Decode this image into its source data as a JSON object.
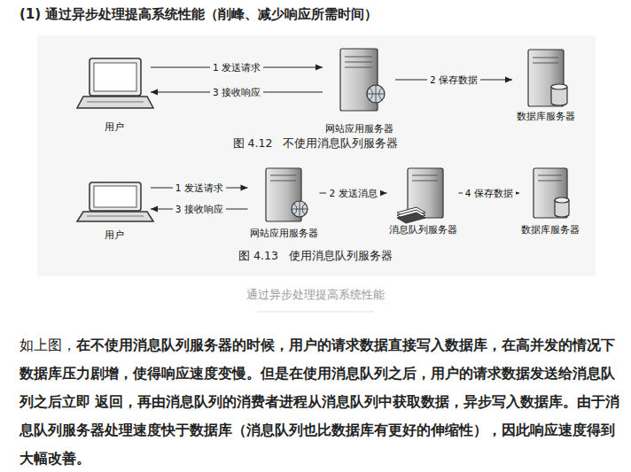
{
  "diagram": {
    "title": "(1) 通过异步处理提高系统性能（削峰、减少响应所需时间）",
    "caption": "通过异步处理提高系统性能",
    "nodes": [
      {
        "text": [
          "用户"
        ]
      },
      {
        "text": [
          "网站应用服务器"
        ]
      },
      {
        "text": [
          "数据库服务器"
        ]
      },
      {
        "text": [
          "用户"
        ]
      },
      {
        "text": [
          "网站应用服务器"
        ]
      },
      {
        "text": [
          "消息队列服务器"
        ]
      },
      {
        "text": [
          "数据库服务器"
        ]
      }
    ],
    "edges": [
      {
        "from": 0,
        "to": 1,
        "label": "1 发送请求",
        "arrow": "to"
      },
      {
        "from": 1,
        "to": 0,
        "label": "3 接收响应",
        "arrow": "to"
      },
      {
        "from": 1,
        "to": 2,
        "label": "2 保存数据",
        "arrow": "to"
      },
      {
        "from": 3,
        "to": 4,
        "label": "1 发送请求",
        "arrow": "to"
      },
      {
        "from": 4,
        "to": 3,
        "label": "3 接收响应",
        "arrow": "to"
      },
      {
        "from": 4,
        "to": 5,
        "label": "2 发送消息",
        "arrow": "to"
      },
      {
        "from": 5,
        "to": 6,
        "label": "4 保存数据",
        "arrow": "to"
      }
    ],
    "labels": [
      "图 4.12   不使用消息队列服务器",
      "图 4.13   使用消息队列服务器",
      "如上图，",
      "在不使用消息队列服务器的时候，用户的请求数据直接写入数据库，在高并发的情况下数据库压力剧增，使得响应速度变慢。但是在使用消息队列之后，用户的请求数据发送给消息队列之后立即 返回，再由消息队列的消费者进程从消息队列中获取数据，异步写入数据库。由于消息队列服务器处理速度快于数据库（消息队列也比数据库有更好的伸缩性），因此响应速度得到大幅改善。"
    ]
  }
}
